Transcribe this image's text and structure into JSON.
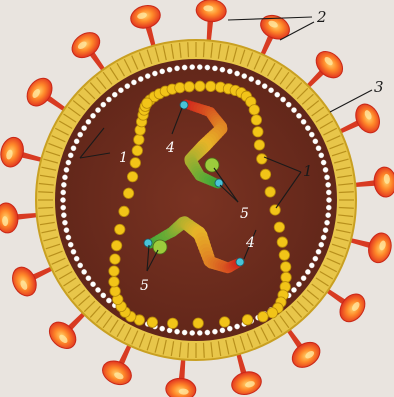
{
  "labels": {
    "envelope_spikes": "2",
    "lipid_membrane": "3",
    "capsid_left": "1",
    "capsid_right": "1",
    "enzyme_top": "4",
    "enzyme_bottom": "4",
    "rna_top": "5",
    "rna_bottom": "5"
  },
  "background_text_lines": [
    "...",
    "...",
    "...",
    "...",
    "..."
  ],
  "colors": {
    "background": "#e9e4df",
    "spike": "#e0301e",
    "spike_highlight": "#ffb43a",
    "lipid_layer": "#e8c64a",
    "lipid_stripes": "#b8901c",
    "matrix": "#6b2a1c",
    "white_beads": "#ffffff",
    "capsid_beads": "#f2c418",
    "rna_green": "#3aa83a",
    "rna_red": "#d0241c",
    "enzyme_cyan": "#49c4d8",
    "enzyme_green": "#9ccc3c"
  }
}
